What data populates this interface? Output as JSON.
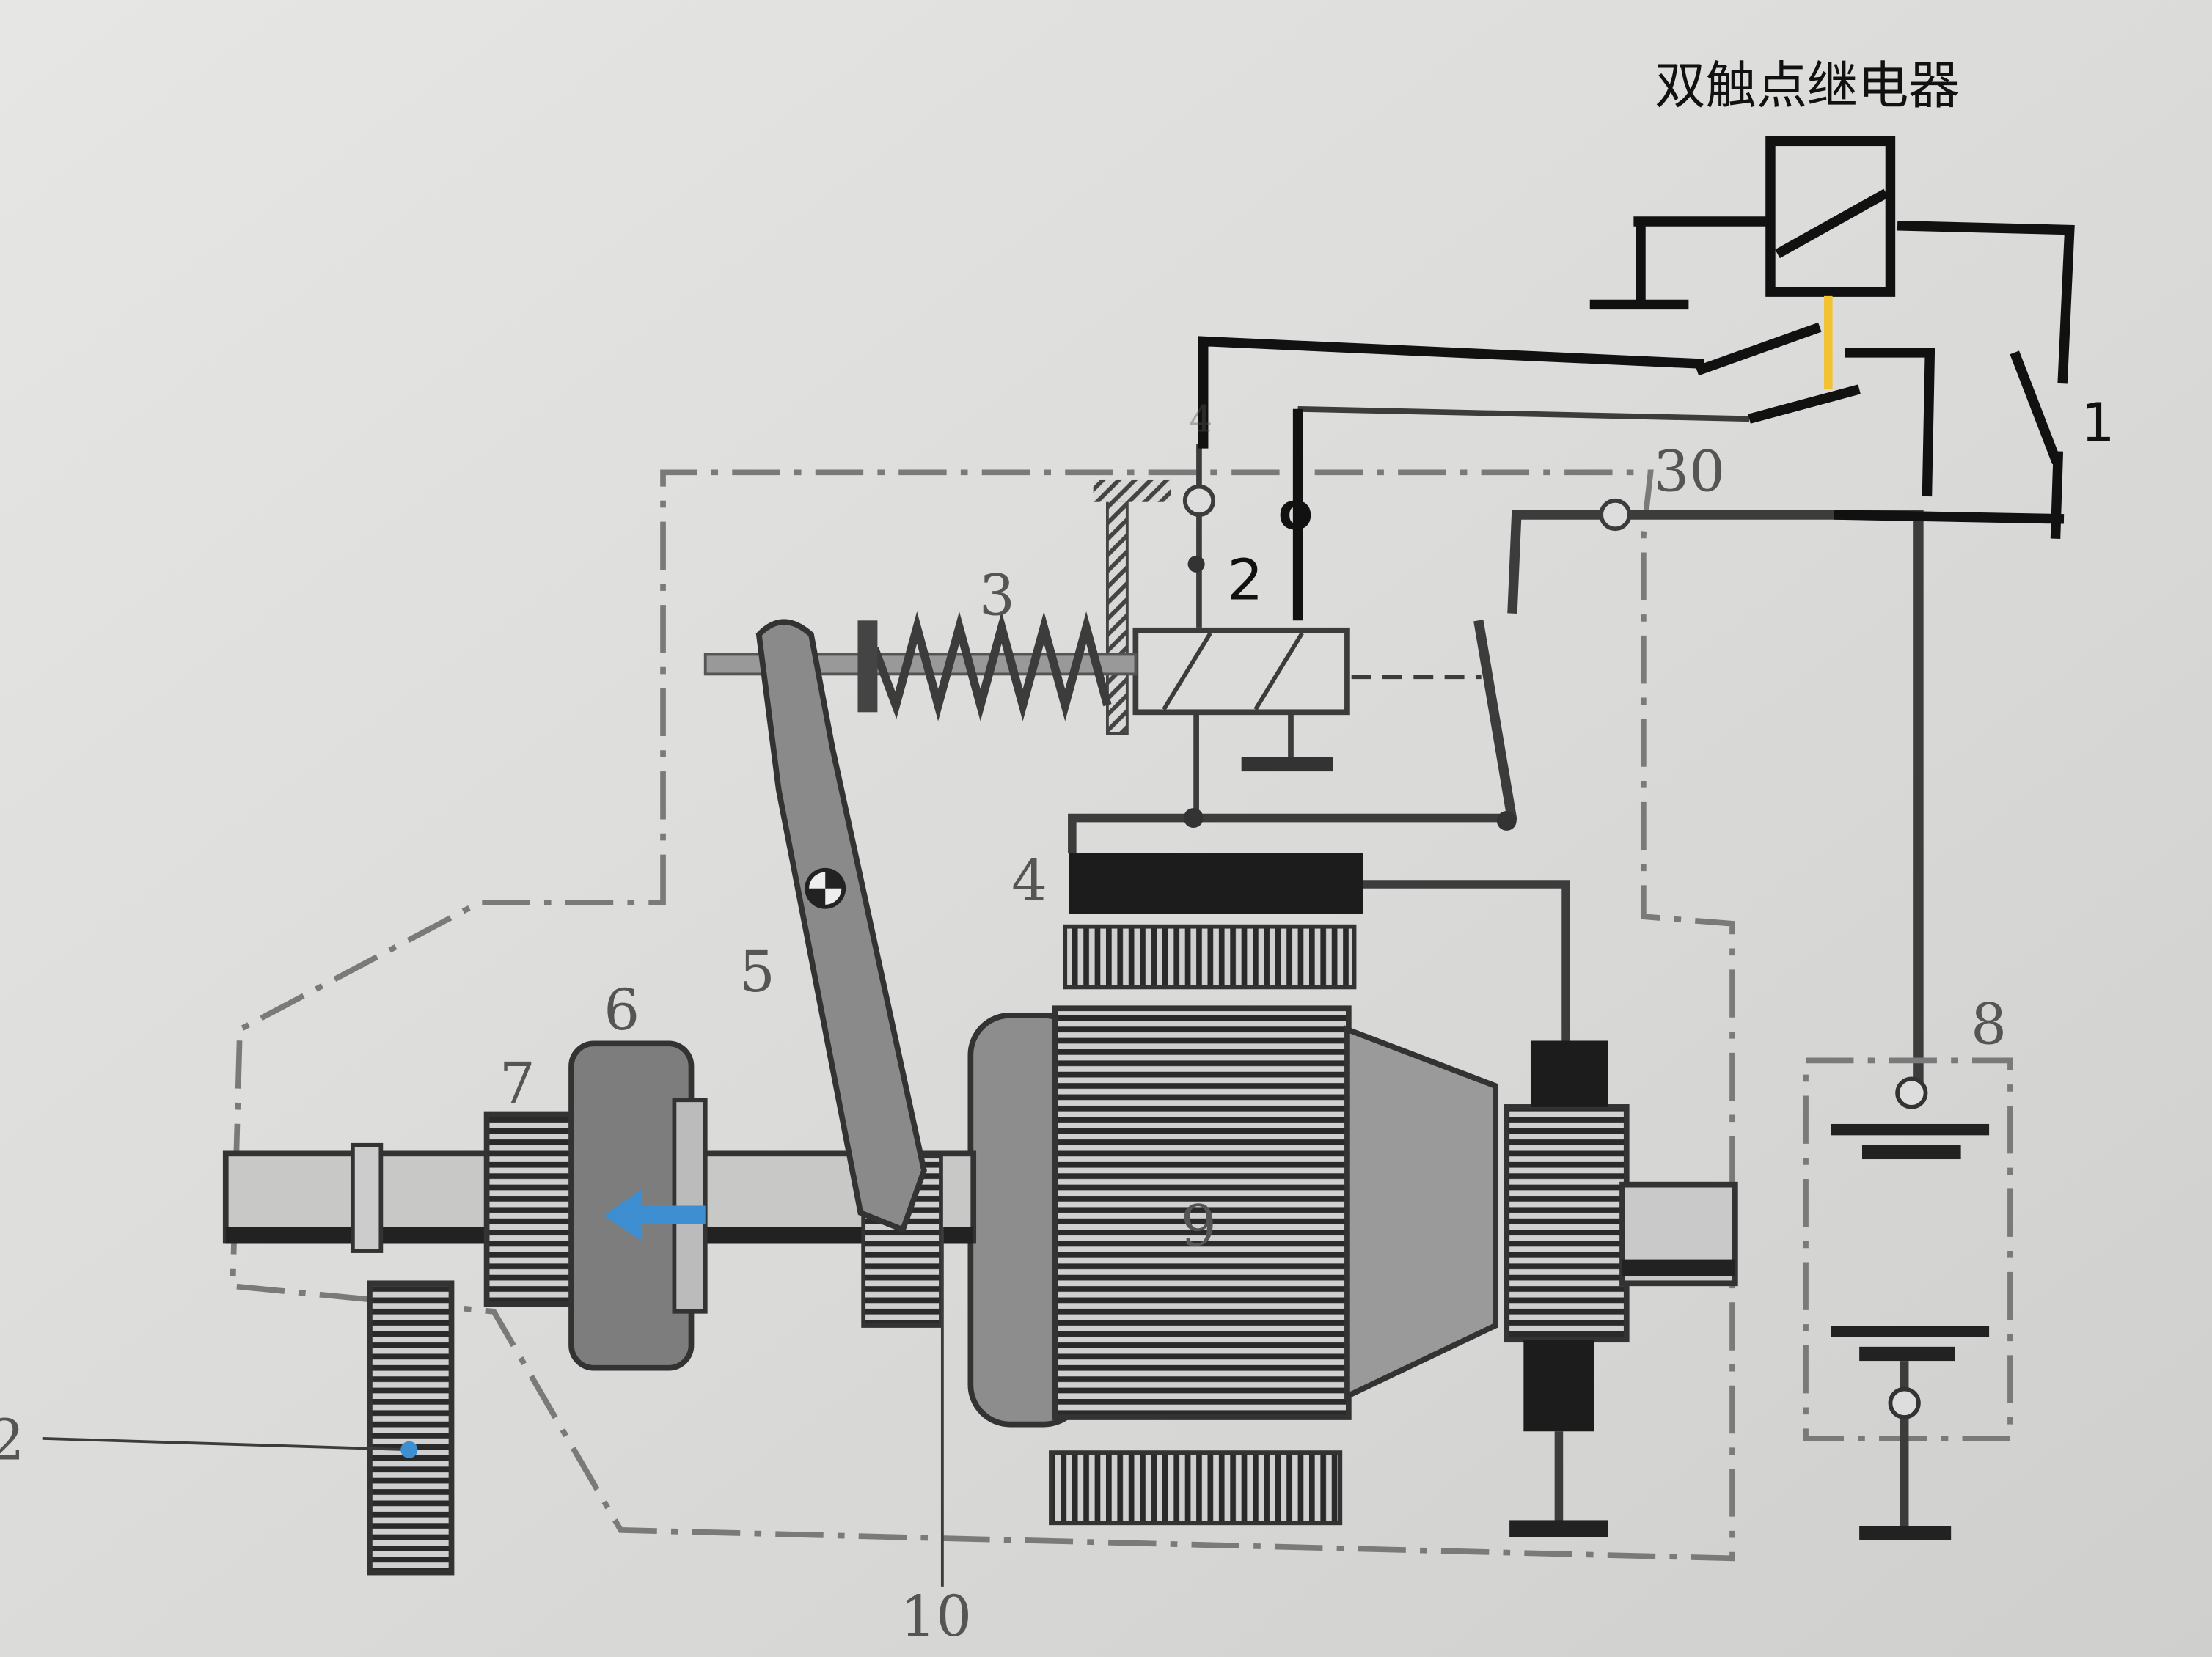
{
  "title": "双触点继电器",
  "labels": {
    "switch": "1",
    "terminal_50": "2",
    "terminal_50_mark": "o",
    "spring": "3",
    "top_terminal": "4",
    "field_winding": "4",
    "fork_lever": "5",
    "clutch": "6",
    "pinion": "7",
    "battery": "8",
    "armature": "9",
    "shaft_bearing": "10",
    "terminal_30": "30",
    "ring_gear": "2"
  },
  "colors": {
    "ink": "#111111",
    "print": "#3c3c3c",
    "paper": "#d8d8d6",
    "relay_link": "#f2c230",
    "arrow": "#3d8fd1"
  }
}
